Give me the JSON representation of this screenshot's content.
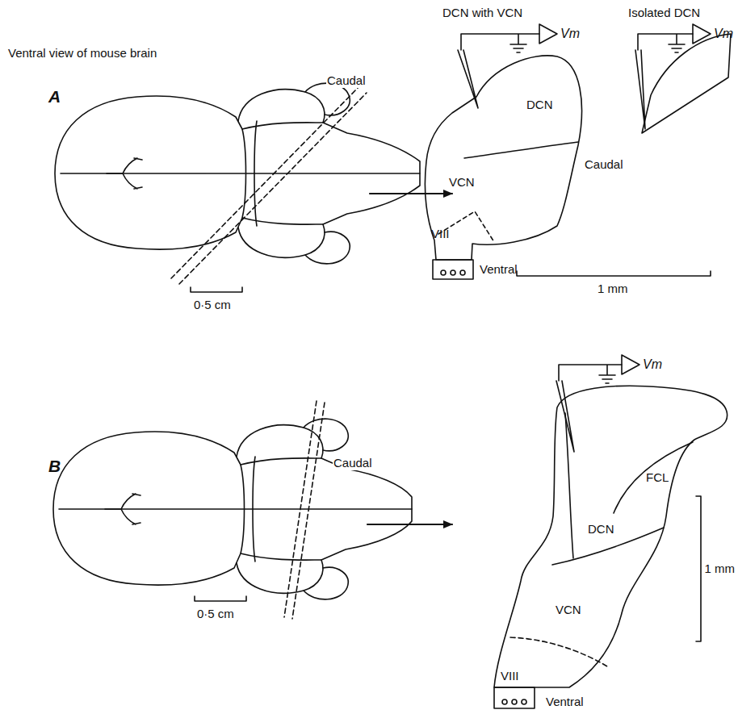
{
  "diagram": {
    "labels": [
      "Ventral view of mouse brain",
      "A",
      "Caudal",
      "0·5 cm",
      "DCN with VCN",
      "Isolated DCN",
      "Vm",
      "Vm",
      "DCN",
      "VCN",
      "Caudal",
      "VIII",
      "Ventral",
      "1 mm",
      "B",
      "Caudal",
      "0·5 cm",
      "Vm",
      "FCL",
      "DCN",
      "VCN",
      "1 mm",
      "VIII",
      "Ventral"
    ]
  }
}
